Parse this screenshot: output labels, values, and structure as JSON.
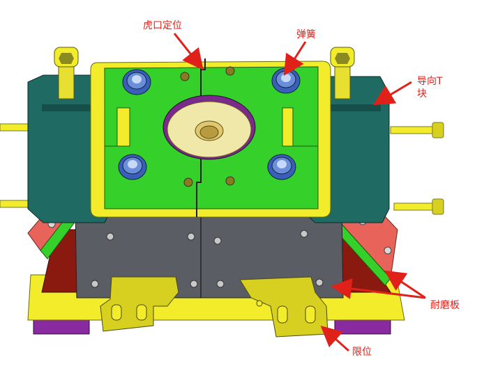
{
  "callouts": {
    "tiger_mouth": "虎口定位",
    "spring": "弹簧",
    "guide_t_line1": "导向T",
    "guide_t_line2": "块",
    "wear_plate": "耐磨板",
    "stop": "限位"
  },
  "colors": {
    "label_red": "#e0211a",
    "plate_green": "#35d12a",
    "rim_yellow": "#f2ec2a",
    "block_teal": "#1f6b63",
    "base_gray": "#5a5e64",
    "wear_salmon": "#e8645a",
    "base_red": "#8a1a10",
    "foot_purple": "#8a2aa0",
    "spring_blue": "#6a8fd8"
  }
}
